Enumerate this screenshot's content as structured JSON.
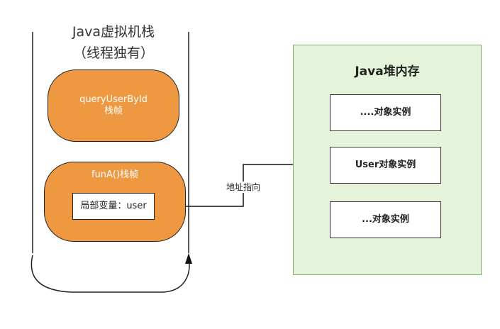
{
  "jvm_stack": {
    "title_line1": "Java虚拟机栈",
    "title_line2": "（线程独有）",
    "frames": [
      {
        "name": "queryUserById",
        "suffix": "栈帧"
      },
      {
        "name": "funA()栈帧",
        "local_var": "局部变量：user"
      }
    ]
  },
  "heap": {
    "title": "Java堆内存",
    "objects": [
      {
        "label": "....对象实例"
      },
      {
        "label": "User对象实例"
      },
      {
        "label": "...对象实例"
      }
    ]
  },
  "edge": {
    "label": "地址指向"
  },
  "colors": {
    "frame_fill": "#ee9942",
    "heap_fill": "#e4f3d9",
    "heap_border": "#7ab36a"
  }
}
